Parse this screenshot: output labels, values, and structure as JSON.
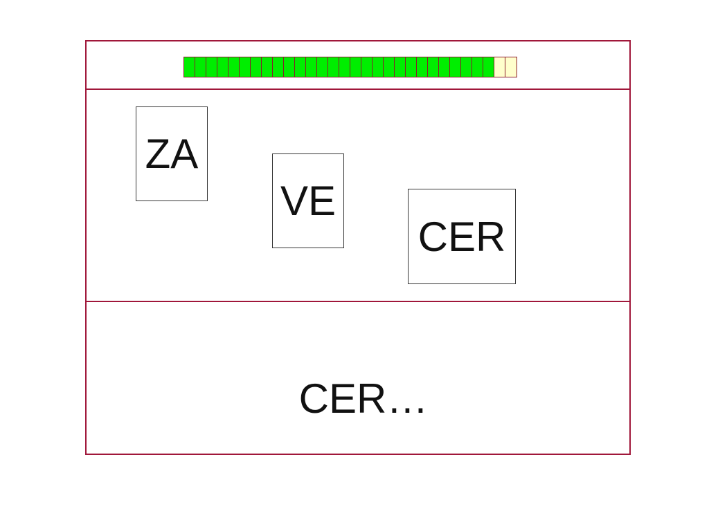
{
  "progress": {
    "total_segments": 30,
    "completed_segments": 28,
    "colors": {
      "completed": "#00ee00",
      "remaining": "#ffffcc",
      "border": "#8a1b2b"
    }
  },
  "frame_color": "#a0173a",
  "syllables": [
    {
      "label": "ZA"
    },
    {
      "label": "VE"
    },
    {
      "label": "CER"
    }
  ],
  "answer": {
    "text": "CER…"
  }
}
